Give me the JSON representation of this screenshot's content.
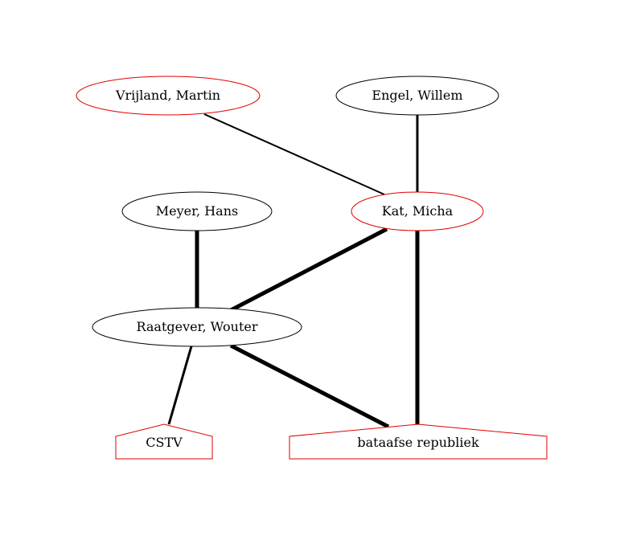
{
  "colors": {
    "person_node_outline": "#000000",
    "highlight_node_outline": "#e00000",
    "edge": "#000000",
    "background": "#ffffff"
  },
  "nodes": [
    {
      "id": "vrijland",
      "label": "Vrijland, Martin",
      "shape": "ellipse",
      "highlight": true
    },
    {
      "id": "engel",
      "label": "Engel, Willem",
      "shape": "ellipse",
      "highlight": false
    },
    {
      "id": "meyer",
      "label": "Meyer, Hans",
      "shape": "ellipse",
      "highlight": false
    },
    {
      "id": "kat",
      "label": "Kat, Micha",
      "shape": "ellipse",
      "highlight": true
    },
    {
      "id": "raatgever",
      "label": "Raatgever, Wouter",
      "shape": "ellipse",
      "highlight": false
    },
    {
      "id": "cstv",
      "label": "CSTV",
      "shape": "house",
      "highlight": true
    },
    {
      "id": "bataafse",
      "label": "bataafse republiek",
      "shape": "house",
      "highlight": true
    }
  ],
  "edges": [
    {
      "from": "vrijland",
      "to": "kat",
      "weight": 1
    },
    {
      "from": "engel",
      "to": "kat",
      "weight": 2
    },
    {
      "from": "meyer",
      "to": "raatgever",
      "weight": 3
    },
    {
      "from": "kat",
      "to": "raatgever",
      "weight": 3
    },
    {
      "from": "kat",
      "to": "bataafse",
      "weight": 3
    },
    {
      "from": "raatgever",
      "to": "cstv",
      "weight": 2
    },
    {
      "from": "raatgever",
      "to": "bataafse",
      "weight": 3
    }
  ]
}
